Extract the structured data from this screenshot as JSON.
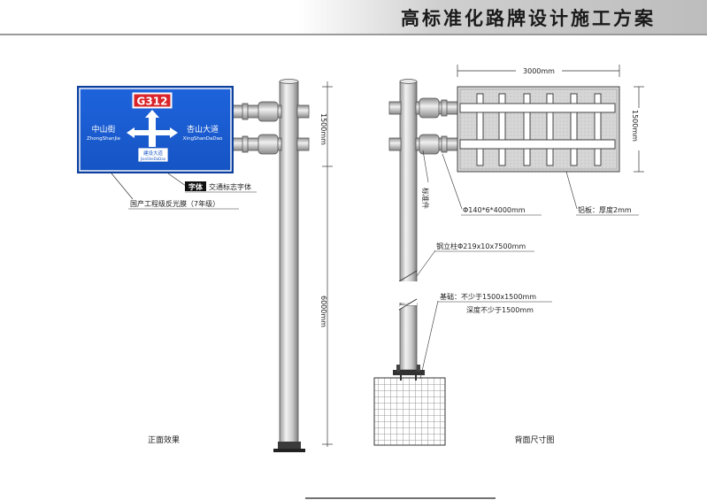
{
  "header": {
    "title": "高标准化路牌设计施工方案"
  },
  "front_view": {
    "caption": "正面效果",
    "sign": {
      "route_badge": "G312",
      "left_name": "中山街",
      "left_pinyin": "ZhongShanJie",
      "right_name": "杏山大道",
      "right_pinyin": "XingShanDaDao",
      "bottom_name": "建设大道",
      "bottom_pinyin": "JianSheDaDao",
      "colors": {
        "sign_blue": "#1b5fd6",
        "badge_red": "#d8242a",
        "arrow_white": "#ffffff"
      }
    },
    "note_font_tag": "字体",
    "note_font_text": "交通标志字体",
    "note_film": "国产工程级反光膜（7年级）",
    "dim_upper": "1500mm",
    "dim_lower": "6000mm"
  },
  "back_view": {
    "caption": "背面尺寸图",
    "dim_width": "3000mm",
    "dim_height": "1500mm",
    "label_standard_part": "标准件",
    "label_arm_pipe": "Φ140*6*4000mm",
    "label_aluminum": "铝板：厚度2mm",
    "label_steel_post": "钢立柱Φ219x10x7500mm",
    "label_foundation_1": "基础：不少于1500x1500mm",
    "label_foundation_2": "深度不少于1500mm"
  }
}
